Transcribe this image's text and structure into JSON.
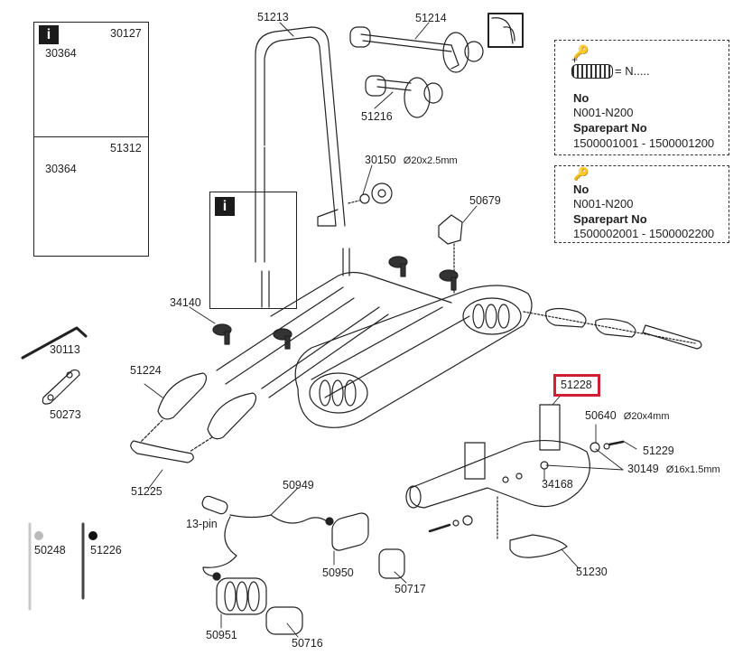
{
  "diagram": {
    "type": "exploded-parts-diagram",
    "subject": "bike carrier spare parts",
    "highlighted_part": "51228",
    "highlight_color": "#d01f2f"
  },
  "insets": {
    "top_left": {
      "badge": "i",
      "upper": {
        "knob": "30364",
        "bolt": "30127"
      },
      "lower": {
        "knob": "30364",
        "bracket": "51312"
      }
    },
    "center": {
      "badge": "i"
    }
  },
  "key_boxes": [
    {
      "equation": "= N.....",
      "plus": "+",
      "no_label": "No",
      "no_range": "N001-N200",
      "spare_label": "Sparepart No",
      "spare_range": "1500001001 - 1500001200"
    },
    {
      "no_label": "No",
      "no_range": "N001-N200",
      "spare_label": "Sparepart No",
      "spare_range": "1500002001 - 1500002200"
    }
  ],
  "parts": [
    {
      "id": "51213"
    },
    {
      "id": "51214"
    },
    {
      "id": "51216"
    },
    {
      "id": "30150",
      "spec": "Ø20x2.5mm"
    },
    {
      "id": "50679"
    },
    {
      "id": "34140"
    },
    {
      "id": "30113"
    },
    {
      "id": "50273"
    },
    {
      "id": "51224"
    },
    {
      "id": "51225"
    },
    {
      "id": "51228"
    },
    {
      "id": "50640",
      "spec": "Ø20x4mm"
    },
    {
      "id": "51229"
    },
    {
      "id": "30149",
      "spec": "Ø16x1.5mm"
    },
    {
      "id": "34168"
    },
    {
      "id": "50949"
    },
    {
      "id": "13-pin"
    },
    {
      "id": "50950"
    },
    {
      "id": "50951"
    },
    {
      "id": "50716"
    },
    {
      "id": "50717"
    },
    {
      "id": "51230"
    },
    {
      "id": "50248",
      "color": "#bbbbbb"
    },
    {
      "id": "51226",
      "color": "#111111"
    }
  ]
}
